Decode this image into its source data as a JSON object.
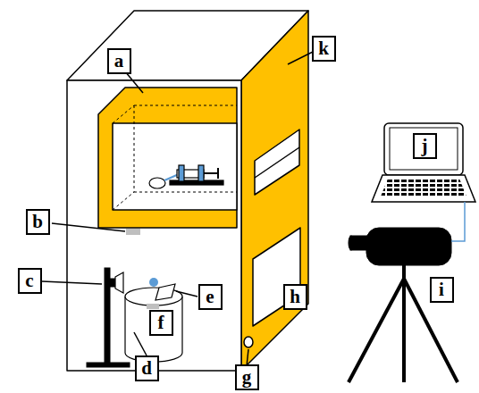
{
  "diagram": {
    "nodes": [
      {
        "text": [
          "k"
        ]
      },
      {
        "text": [
          "a"
        ]
      },
      {
        "text": [
          "j"
        ]
      },
      {
        "text": [
          "b"
        ]
      },
      {
        "text": [
          "c"
        ]
      },
      {
        "text": [
          "e"
        ]
      },
      {
        "text": [
          "i"
        ]
      },
      {
        "text": [
          "h"
        ]
      },
      {
        "text": [
          "f"
        ]
      },
      {
        "text": [
          "d"
        ]
      },
      {
        "text": [
          "g"
        ]
      }
    ]
  }
}
